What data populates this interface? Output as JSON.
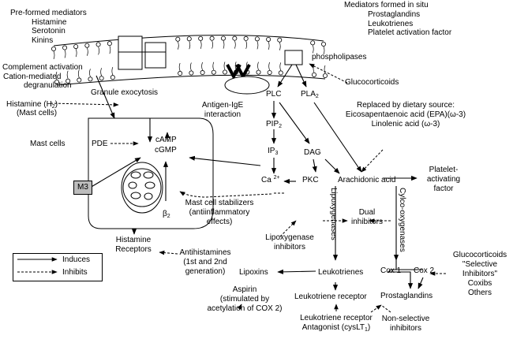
{
  "membrane": {
    "preformed": [
      "Pre-formed mediators",
      "Histamine",
      "Serotonin",
      "Kinins"
    ],
    "in_situ": [
      "Mediators formed in situ",
      "Prostaglandins",
      "Leukotrienes",
      "Platelet activation factor"
    ],
    "phospholipases": "phospholipases",
    "glucocorticoids": "Glucocorticoids"
  },
  "left": {
    "complement": [
      "Complement activation",
      "Cation-mediated",
      "degranulation"
    ],
    "granule_exocytosis": "Granule exocytosis",
    "histamine_h2": "Histamine (H",
    "histamine_h2_sub": "2",
    "histamine_h2_close": ")",
    "mast_cells_paren": "(Mast cells)",
    "antigen": [
      "Antigen-IgE",
      "interaction"
    ],
    "mast_cells": "Mast cells",
    "pde": "PDE",
    "camp": "cAMP",
    "cgmp": "cGMP",
    "m3": "M3",
    "beta": "β",
    "beta_sub": "2",
    "stabilizers": [
      "Mast cell stabilizers",
      "(antiinflammatory",
      "effects)"
    ],
    "histamine_receptors": [
      "Histamine",
      "Receptors"
    ],
    "antihistamines": [
      "Antihistamines",
      "(1st and 2nd",
      "generation)"
    ]
  },
  "legend": {
    "induces": "Induces",
    "inhibits": "Inhibits"
  },
  "pathway": {
    "plc": "PLC",
    "pla": "PLA",
    "pla_sub": "2",
    "pip": "PIP",
    "pip_sub": "2",
    "ip": "IP",
    "ip_sub": "3",
    "dag": "DAG",
    "ca": "Ca",
    "ca_sup": "2+",
    "pkc": "PKC",
    "arachidonic": "Arachidonic acid",
    "replaced": [
      "Replaced by dietary source:",
      "Eicosapentaenoic acid (EPA)(ω-3)",
      "Linolenic acid (ω-3)"
    ],
    "paf": [
      "Platelet-",
      "activating",
      "factor"
    ],
    "lipoxygenases": "Lipoxygenases",
    "cyclooxygenases": "Cylco-oxygenases",
    "dual": [
      "Dual",
      "inhibitors"
    ],
    "lipoxygenase_inhibitors": [
      "Lipoxygenase",
      "inhibitors"
    ],
    "cox1": "Cox 1",
    "cox2": "Cox 2",
    "selective": [
      "Glucocorticoids",
      "\"Selective",
      "Inhibitors\"",
      "Coxibs",
      "Others"
    ],
    "lipoxins": "Lipoxins",
    "leukotrienes": "Leukotrienes",
    "aspirin": [
      "Aspirin",
      "(stimulated by",
      "acetylation of COX 2)"
    ],
    "prostaglandins": "Prostaglandins",
    "leukotriene_receptor": "Leukotriene receptor",
    "antagonist": [
      "Leukotriene receptor",
      "Antagonist (cysLT"
    ],
    "antagonist_sub": "1",
    "antagonist_close": ")",
    "nonselective": [
      "Non-selective",
      "inhibitors"
    ]
  }
}
